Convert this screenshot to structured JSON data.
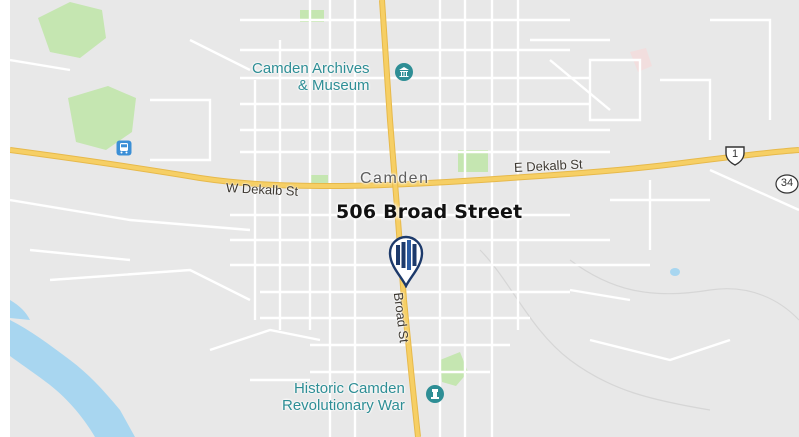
{
  "map": {
    "title": "506 Broad Street",
    "town": "Camden",
    "places": {
      "archives_line1": "Camden Archives",
      "archives_line2": "& Museum",
      "historic_line1": "Historic Camden",
      "historic_line2": "Revolutionary War"
    },
    "streets": {
      "w_dekalb": "W Dekalb St",
      "e_dekalb": "E Dekalb St",
      "broad": "Broad St"
    },
    "routes": {
      "us": "1",
      "state": "34"
    },
    "colors": {
      "land": "#e8e8e8",
      "street": "#ffffff",
      "highway": "#f6cf65",
      "park": "#c5e6b1",
      "water": "#a8d6f0",
      "poi": "#2e8e95",
      "pin_navy": "#1d3a6b"
    }
  }
}
